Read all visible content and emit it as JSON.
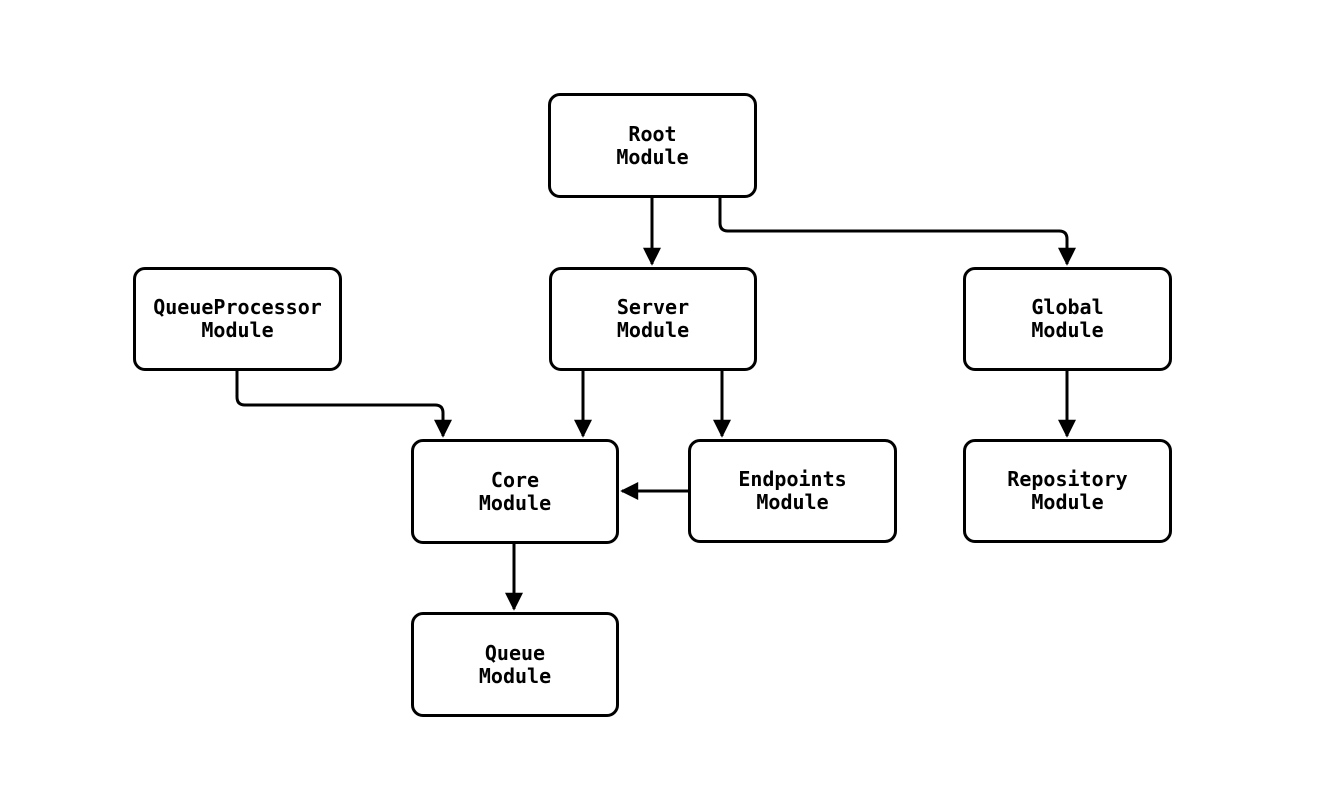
{
  "diagram": {
    "background_color": "#ffffff",
    "node_fill_color": "#ffffff",
    "stroke_color": "#000000",
    "nodes": [
      {
        "id": "root",
        "label": "Root\nModule"
      },
      {
        "id": "queueprocessor",
        "label": "QueueProcessor\nModule"
      },
      {
        "id": "server",
        "label": "Server\nModule"
      },
      {
        "id": "global",
        "label": "Global\nModule"
      },
      {
        "id": "core",
        "label": "Core\nModule"
      },
      {
        "id": "endpoints",
        "label": "Endpoints\nModule"
      },
      {
        "id": "repository",
        "label": "Repository\nModule"
      },
      {
        "id": "queue",
        "label": "Queue\nModule"
      }
    ],
    "edges": [
      {
        "from": "root",
        "to": "server"
      },
      {
        "from": "root",
        "to": "global"
      },
      {
        "from": "queueprocessor",
        "to": "core"
      },
      {
        "from": "server",
        "to": "core"
      },
      {
        "from": "server",
        "to": "endpoints"
      },
      {
        "from": "endpoints",
        "to": "core"
      },
      {
        "from": "core",
        "to": "queue"
      },
      {
        "from": "global",
        "to": "repository"
      }
    ]
  }
}
